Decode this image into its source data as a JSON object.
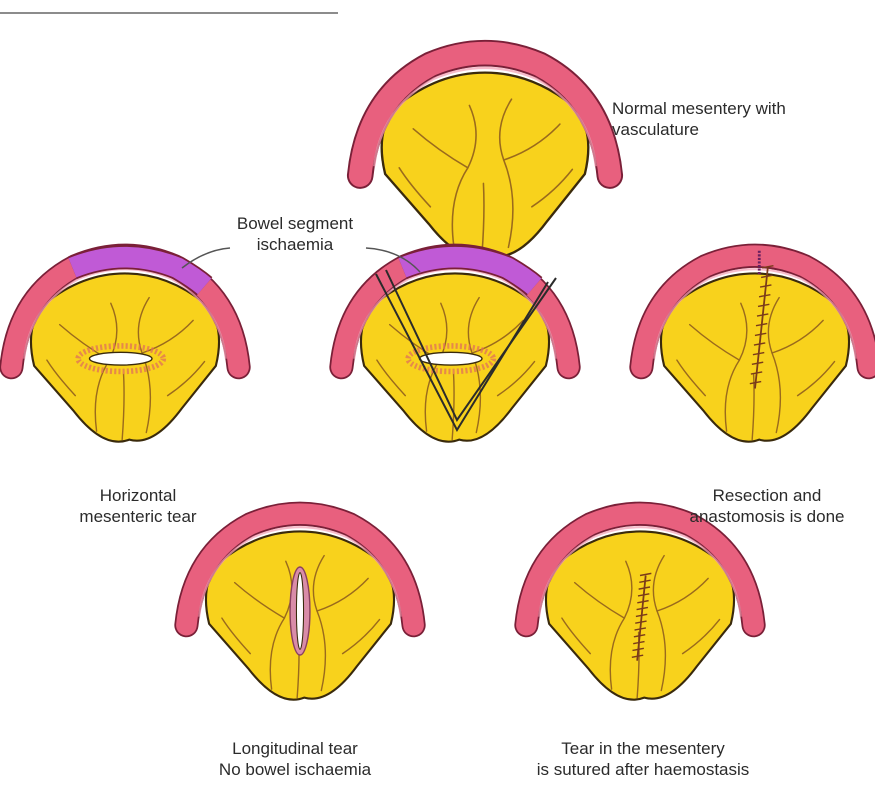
{
  "colors": {
    "mesentery_fill": "#f8d21c",
    "mesentery_outline": "#3a2a0c",
    "vessel": "#9a6a1c",
    "bowel_fill": "#e8607e",
    "bowel_outline": "#7a2038",
    "ischaemia_fill": "#c05ad6",
    "tear_halo": "#e0705a",
    "suture": "#7a3b1a",
    "leader_line": "#555555",
    "top_rule": "#8c8c8c"
  },
  "panels": {
    "normal": {
      "caption": [
        "Normal mesentery with",
        "vasculature"
      ]
    },
    "horizontal_tear": {
      "caption": [
        "Horizontal",
        "mesenteric tear"
      ]
    },
    "resection_marked": {},
    "anastomosis": {
      "caption": [
        "Resection and",
        "anastomosis is done"
      ]
    },
    "longitudinal_tear": {
      "caption": [
        "Longitudinal tear",
        "No bowel ischaemia"
      ]
    },
    "sutured": {
      "caption": [
        "Tear in the mesentery",
        "is sutured after haemostasis"
      ]
    }
  },
  "ischaemia_label": [
    "Bowel segment",
    "ischaemia"
  ]
}
